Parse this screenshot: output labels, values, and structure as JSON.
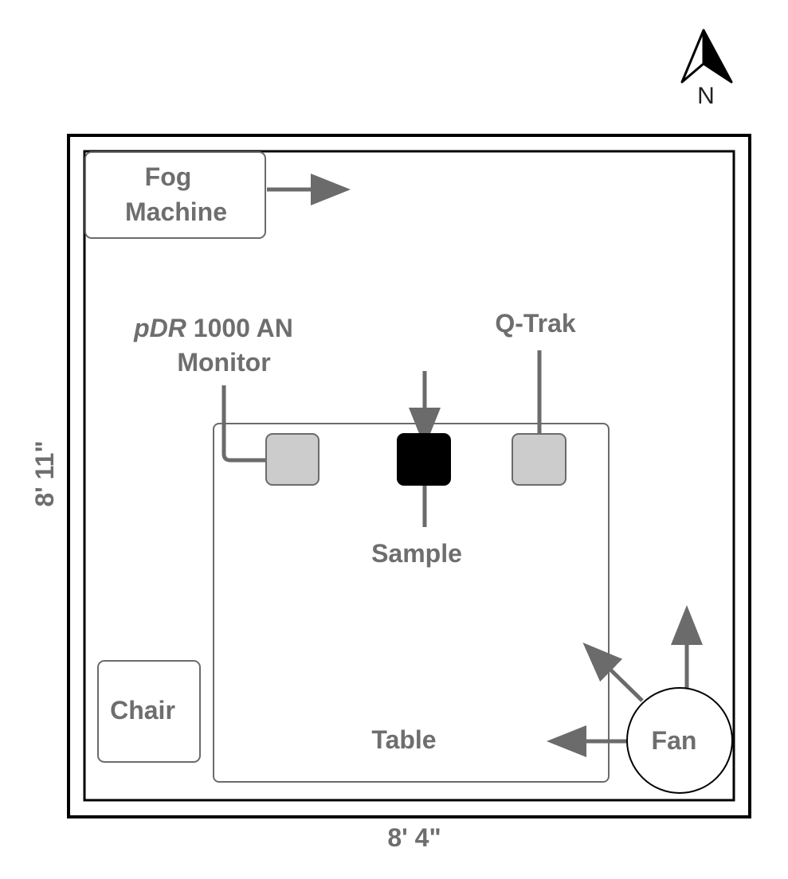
{
  "compass": {
    "label": "N"
  },
  "fog_machine": {
    "line1": "Fog",
    "line2": "Machine"
  },
  "pdr_monitor": {
    "line1_italic": "pDR",
    "line1_rest": " 1000 AN",
    "line2": "Monitor"
  },
  "qtrak": {
    "label": "Q-Trak"
  },
  "sample": {
    "label": "Sample"
  },
  "table": {
    "label": "Table"
  },
  "chair": {
    "label": "Chair"
  },
  "fan": {
    "label": "Fan"
  },
  "dimensions": {
    "height": "8' 11\"",
    "width": "8' 4\""
  },
  "colors": {
    "label_gray": "#6e6e6e",
    "arrow_gray": "#6b6b6b",
    "device_fill": "#cccccc",
    "sample_fill": "#000000",
    "outline": "#000000"
  }
}
